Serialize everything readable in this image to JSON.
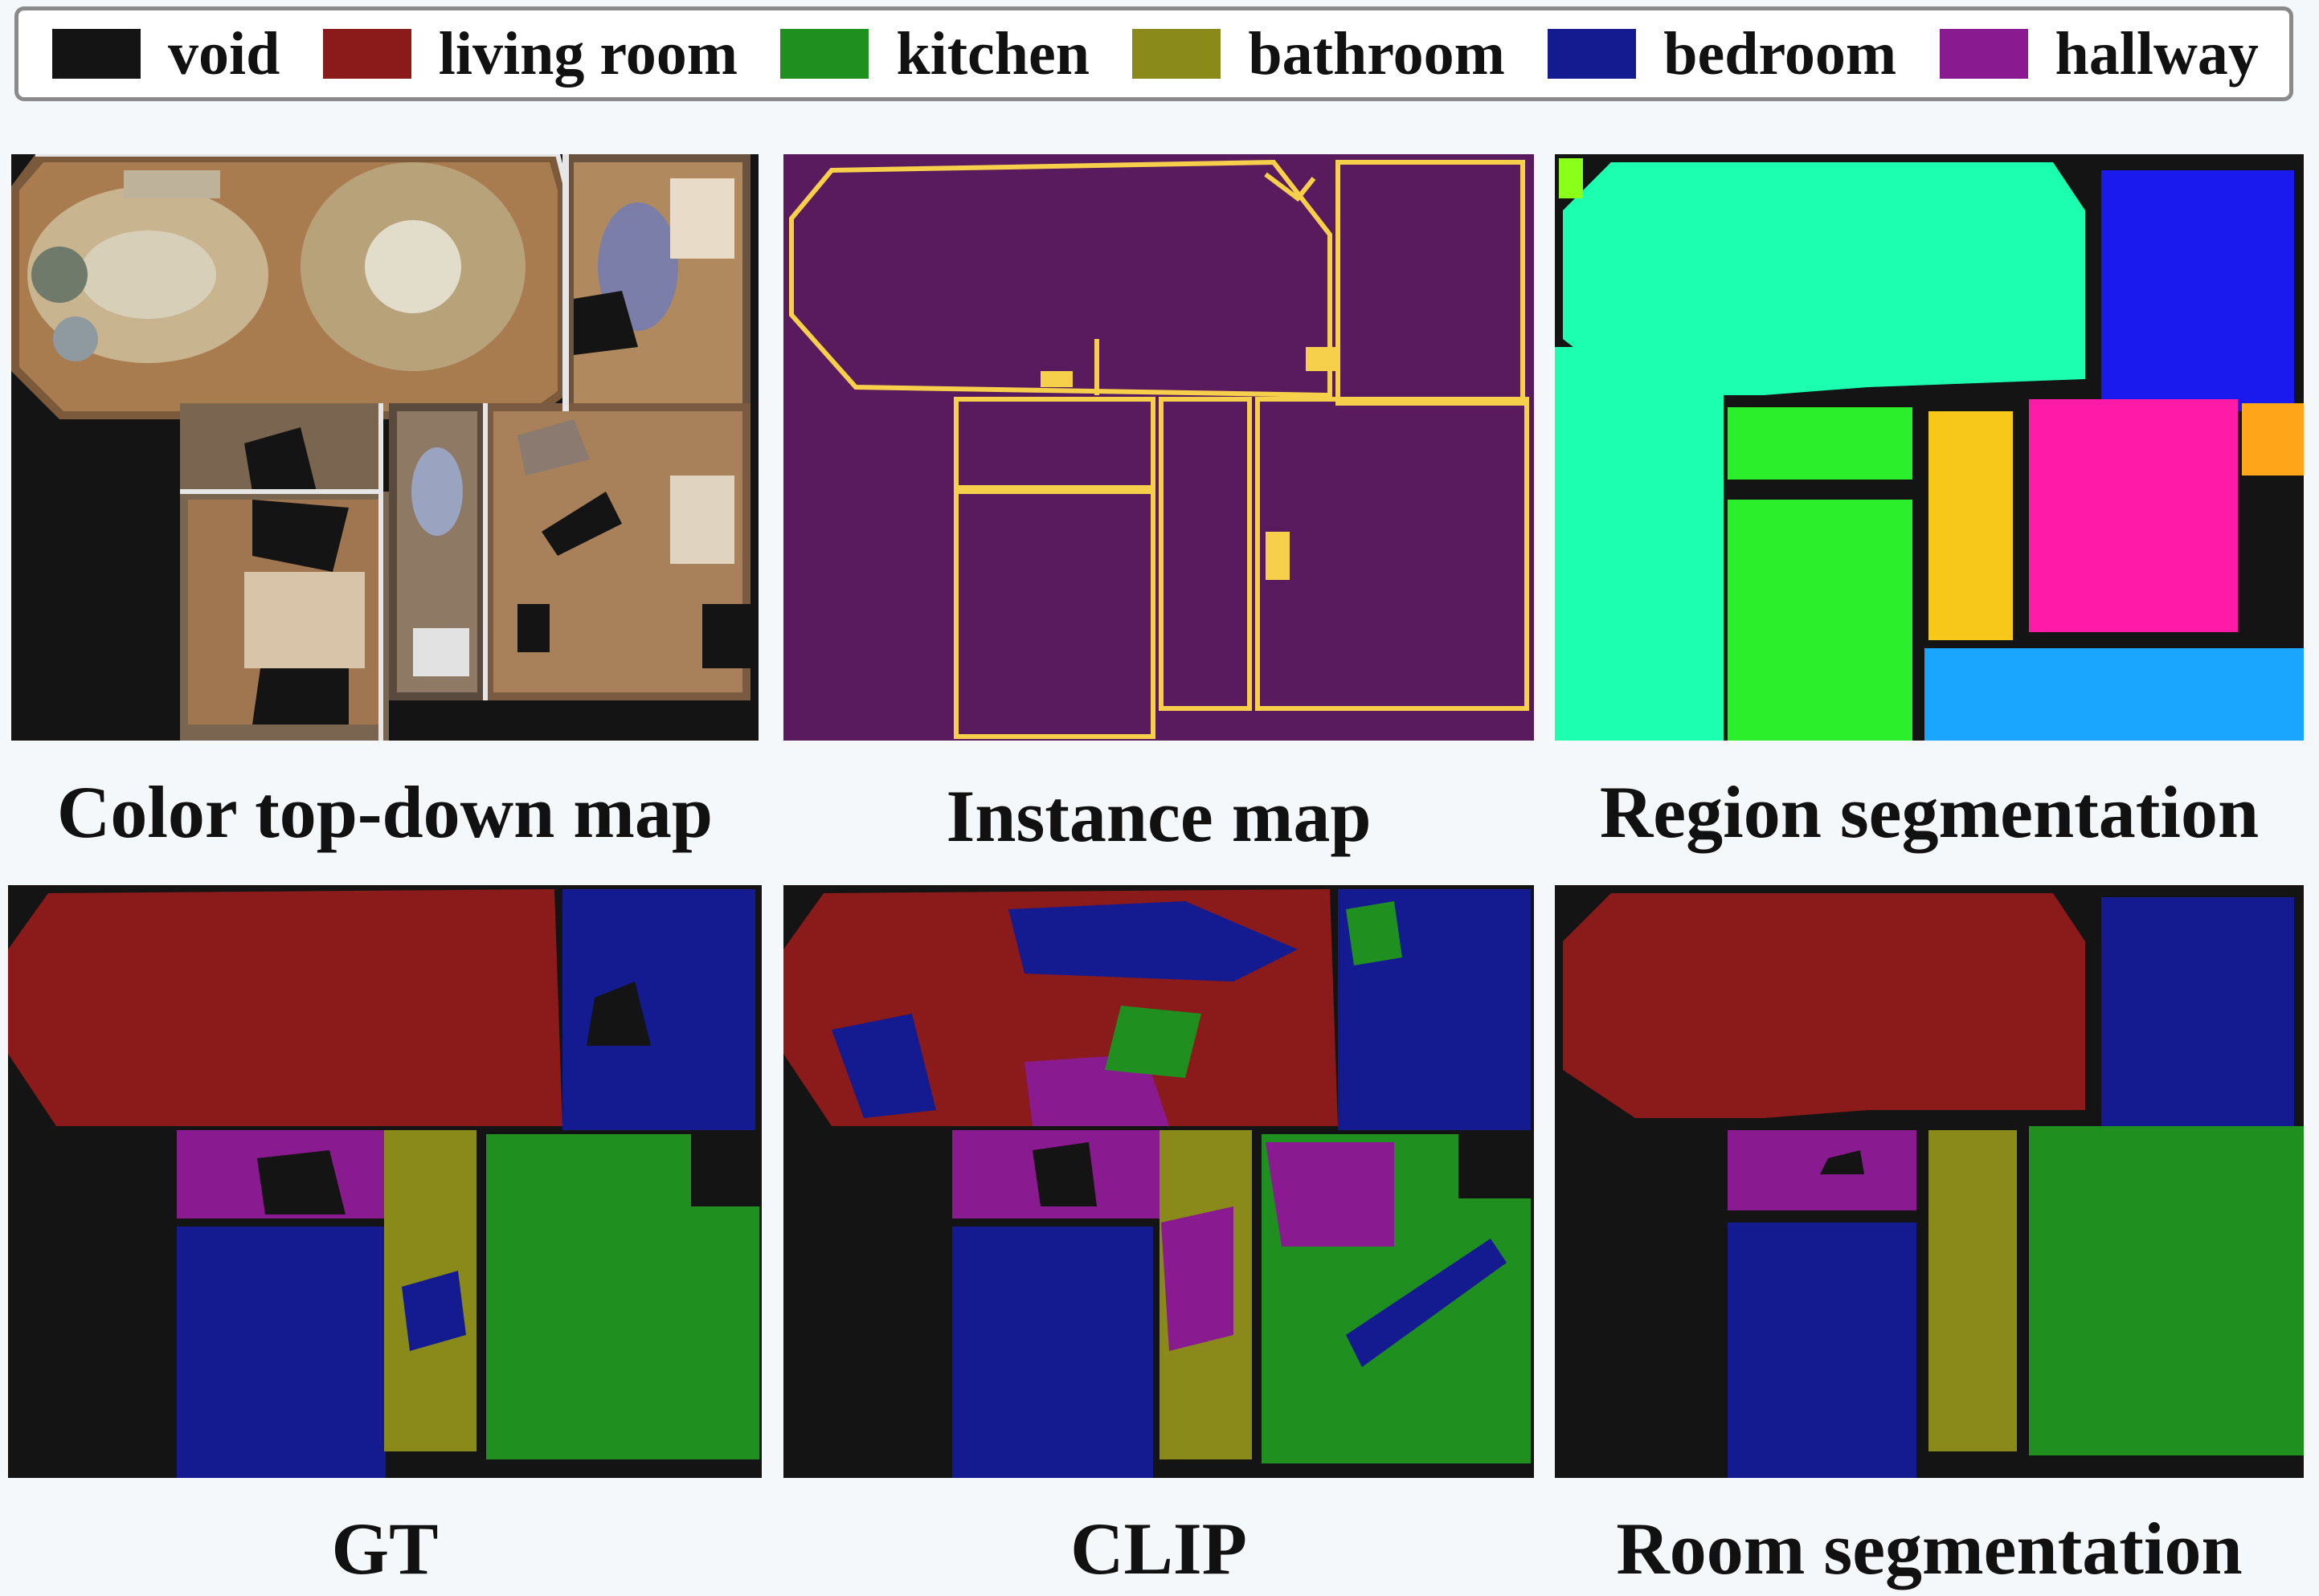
{
  "legend": {
    "items": [
      {
        "label": "void",
        "color": "#141414"
      },
      {
        "label": "living room",
        "color": "#8b1a1a"
      },
      {
        "label": "kitchen",
        "color": "#1f8f1f"
      },
      {
        "label": "bathroom",
        "color": "#8a8a1a"
      },
      {
        "label": "bedroom",
        "color": "#141a8f"
      },
      {
        "label": "hallway",
        "color": "#8a1a8f"
      }
    ]
  },
  "panels": {
    "color_map": {
      "caption": "Color top-down map"
    },
    "instance_map": {
      "caption": "Instance map",
      "fill_color": "#5a1a5e",
      "edge_color": "#f6d04a"
    },
    "region_seg": {
      "caption": "Region segmentation"
    },
    "gt": {
      "caption": "GT"
    },
    "clip": {
      "caption": "CLIP"
    },
    "room_seg": {
      "caption": "Room segmentation"
    }
  },
  "colors": {
    "void": "#141414",
    "living_room": "#8b1a1a",
    "kitchen": "#1f8f1f",
    "bathroom": "#8a8a1a",
    "bedroom": "#141a8f",
    "hallway": "#8a1a8f",
    "region_cyan": "#1dffb0",
    "region_green": "#2aef2a",
    "region_lime": "#8aff1a",
    "region_yellow": "#f7c81a",
    "region_pink": "#ff1aa8",
    "region_orange": "#ffa51a",
    "region_lightblue": "#1aa5ff",
    "region_blue": "#1a1aef"
  }
}
